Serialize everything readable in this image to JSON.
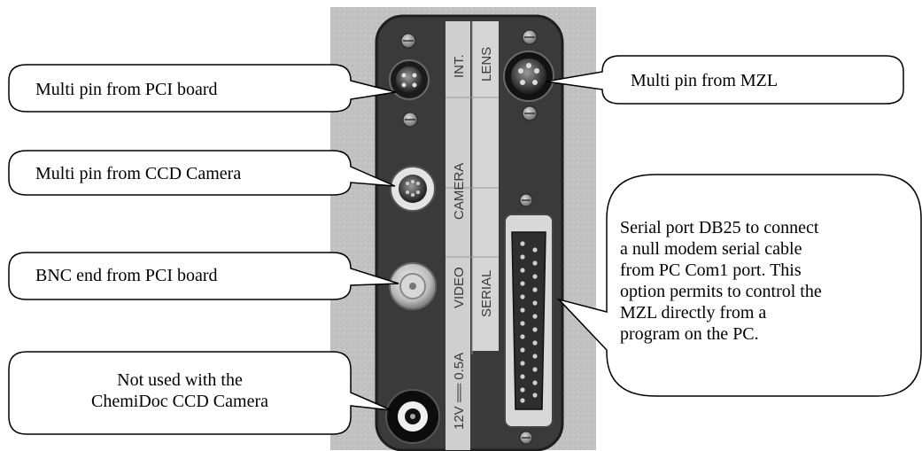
{
  "panel": {
    "vertical_labels": {
      "int": "INT.",
      "lens": "LENS",
      "camera": "CAMERA",
      "video": "VIDEO",
      "serial": "SERIAL",
      "power": "12V ══ 0.5A"
    }
  },
  "callouts": {
    "pci_multipin": "Multi pin from PCI board",
    "ccd_multipin": "Multi pin from CCD Camera",
    "bnc_pci": "BNC end from PCI board",
    "not_used_line1": "Not used with the",
    "not_used_line2": "ChemiDoc CCD Camera",
    "mzl_multipin": "Multi pin from MZL",
    "serial_line1": "Serial port DB25 to connect",
    "serial_line2": "a null modem serial cable",
    "serial_line3": "from PC Com1 port. This",
    "serial_line4": "option permits to control the",
    "serial_line5": "MZL directly from a",
    "serial_line6": "program on the PC."
  },
  "colors": {
    "photo_bg": "#bdbdbd",
    "panel": "#3a3a3a",
    "panel_edge": "#1e1e1e",
    "label_strip": "#cfcfcf",
    "callout_stroke": "#000000",
    "callout_fill": "#ffffff"
  }
}
